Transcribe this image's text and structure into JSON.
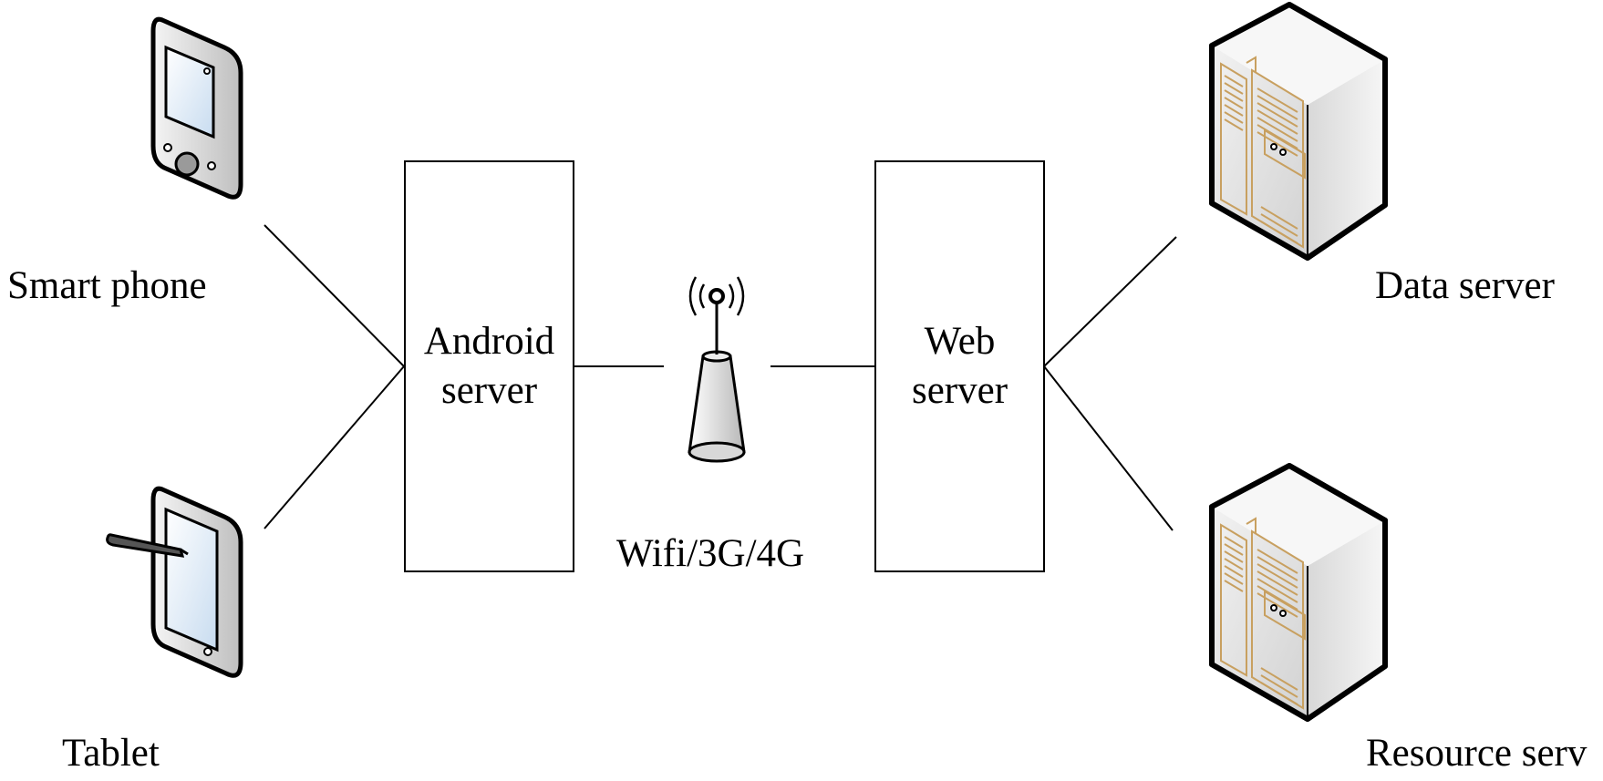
{
  "devices": {
    "smart_phone": {
      "label": "Smart phone",
      "icon": "smartphone-icon"
    },
    "tablet": {
      "label": "Tablet",
      "icon": "tablet-icon"
    }
  },
  "android_server": {
    "line1": "Android",
    "line2": "server"
  },
  "network": {
    "label": "Wifi/3G/4G",
    "icon": "wireless-antenna-icon"
  },
  "web_server": {
    "line1": "Web",
    "line2": "server"
  },
  "servers": {
    "data_server": {
      "label": "Data server",
      "icon": "server-tower-icon"
    },
    "resource_server": {
      "label": "Resource serv",
      "icon": "server-tower-icon"
    }
  },
  "colors": {
    "line": "#000000",
    "server_trim": "#c8a060",
    "screen": "#d6e6f5"
  }
}
